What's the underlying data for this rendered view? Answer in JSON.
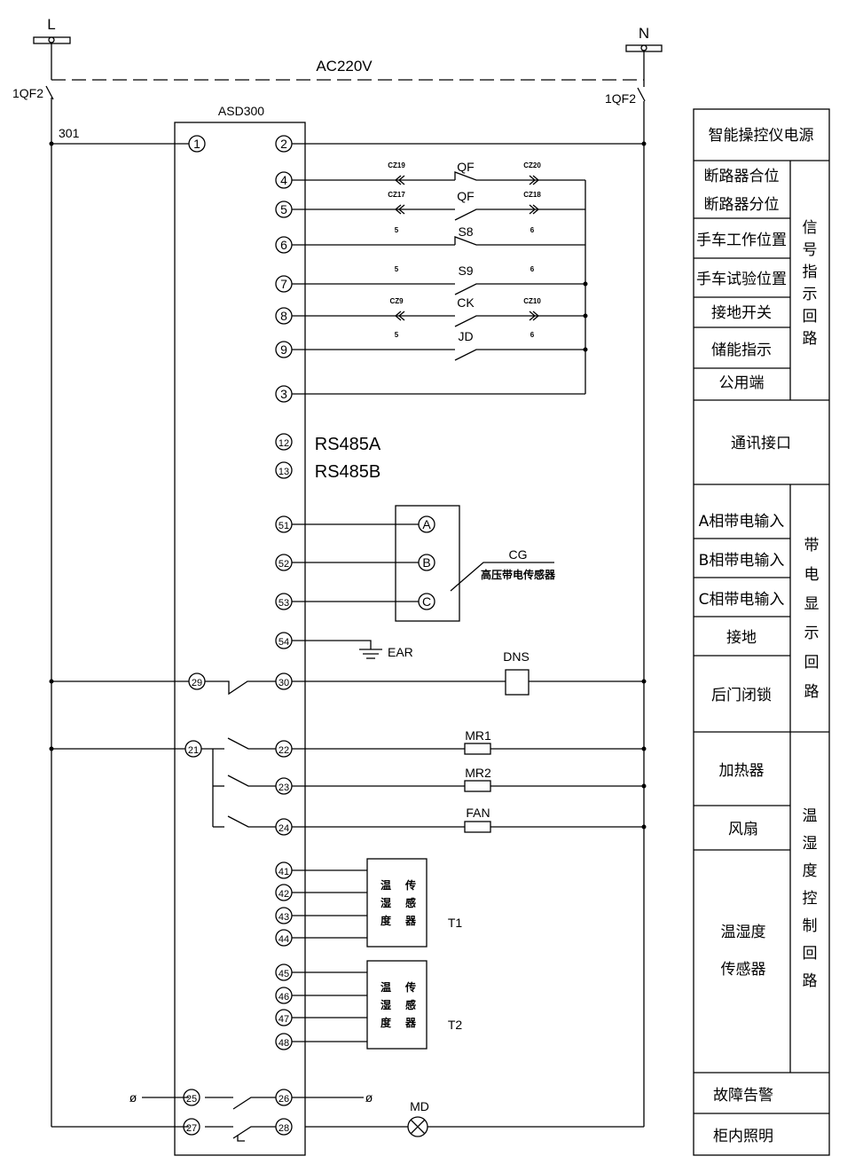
{
  "title": {
    "supply": "AC220V",
    "line": "L",
    "neutral": "N",
    "breaker_left": "1QF2",
    "breaker_right": "1QF2",
    "wire": "301",
    "device": "ASD300"
  },
  "terminals": [
    "1",
    "29",
    "21",
    "25",
    "27",
    "2",
    "4",
    "5",
    "6",
    "7",
    "8",
    "9",
    "3",
    "12",
    "13",
    "51",
    "52",
    "53",
    "54",
    "30",
    "22",
    "23",
    "24",
    "41",
    "42",
    "43",
    "44",
    "45",
    "46",
    "47",
    "48",
    "26",
    "28"
  ],
  "signal_rows": [
    {
      "left": "CZ19",
      "contact": "QF",
      "right": "CZ20"
    },
    {
      "left": "CZ17",
      "contact": "QF",
      "right": "CZ18"
    },
    {
      "left": "5",
      "contact": "S8",
      "right": "6"
    },
    {
      "left": "5",
      "contact": "S9",
      "right": "6"
    },
    {
      "left": "CZ9",
      "contact": "CK",
      "right": "CZ10"
    },
    {
      "left": "5",
      "contact": "JD",
      "right": "6"
    }
  ],
  "comm": {
    "a": "RS485A",
    "b": "RS485B"
  },
  "sensor": {
    "tag": "CG",
    "name": "高压带电传感器",
    "phases": [
      "A",
      "B",
      "C"
    ],
    "ground": "EAR"
  },
  "loads": {
    "lock": "DNS",
    "heater1": "MR1",
    "heater2": "MR2",
    "fan": "FAN",
    "lamp": "MD"
  },
  "th_sensors": [
    {
      "tag": "T1",
      "left": [
        "温",
        "湿",
        "度"
      ],
      "right": [
        "传",
        "感",
        "器"
      ]
    },
    {
      "tag": "T2",
      "left": [
        "温",
        "湿",
        "度"
      ],
      "right": [
        "传",
        "感",
        "器"
      ]
    }
  ],
  "terminal_symbol": "ø",
  "legend": {
    "rows": [
      "智能操控仪电源",
      "断路器合位",
      "断路器分位",
      "手车工作位置",
      "手车试验位置",
      "接地开关",
      "储能指示",
      "公用端",
      "通讯接口",
      "A相带电输入",
      "B相带电输入",
      "C相带电输入",
      "接地",
      "后门闭锁",
      "加热器",
      "风扇",
      "温湿度",
      "传感器",
      "故障告警",
      "柜内照明"
    ],
    "groups": [
      "信号指示回路",
      "带电显示回路",
      "温湿度控制回路"
    ]
  }
}
